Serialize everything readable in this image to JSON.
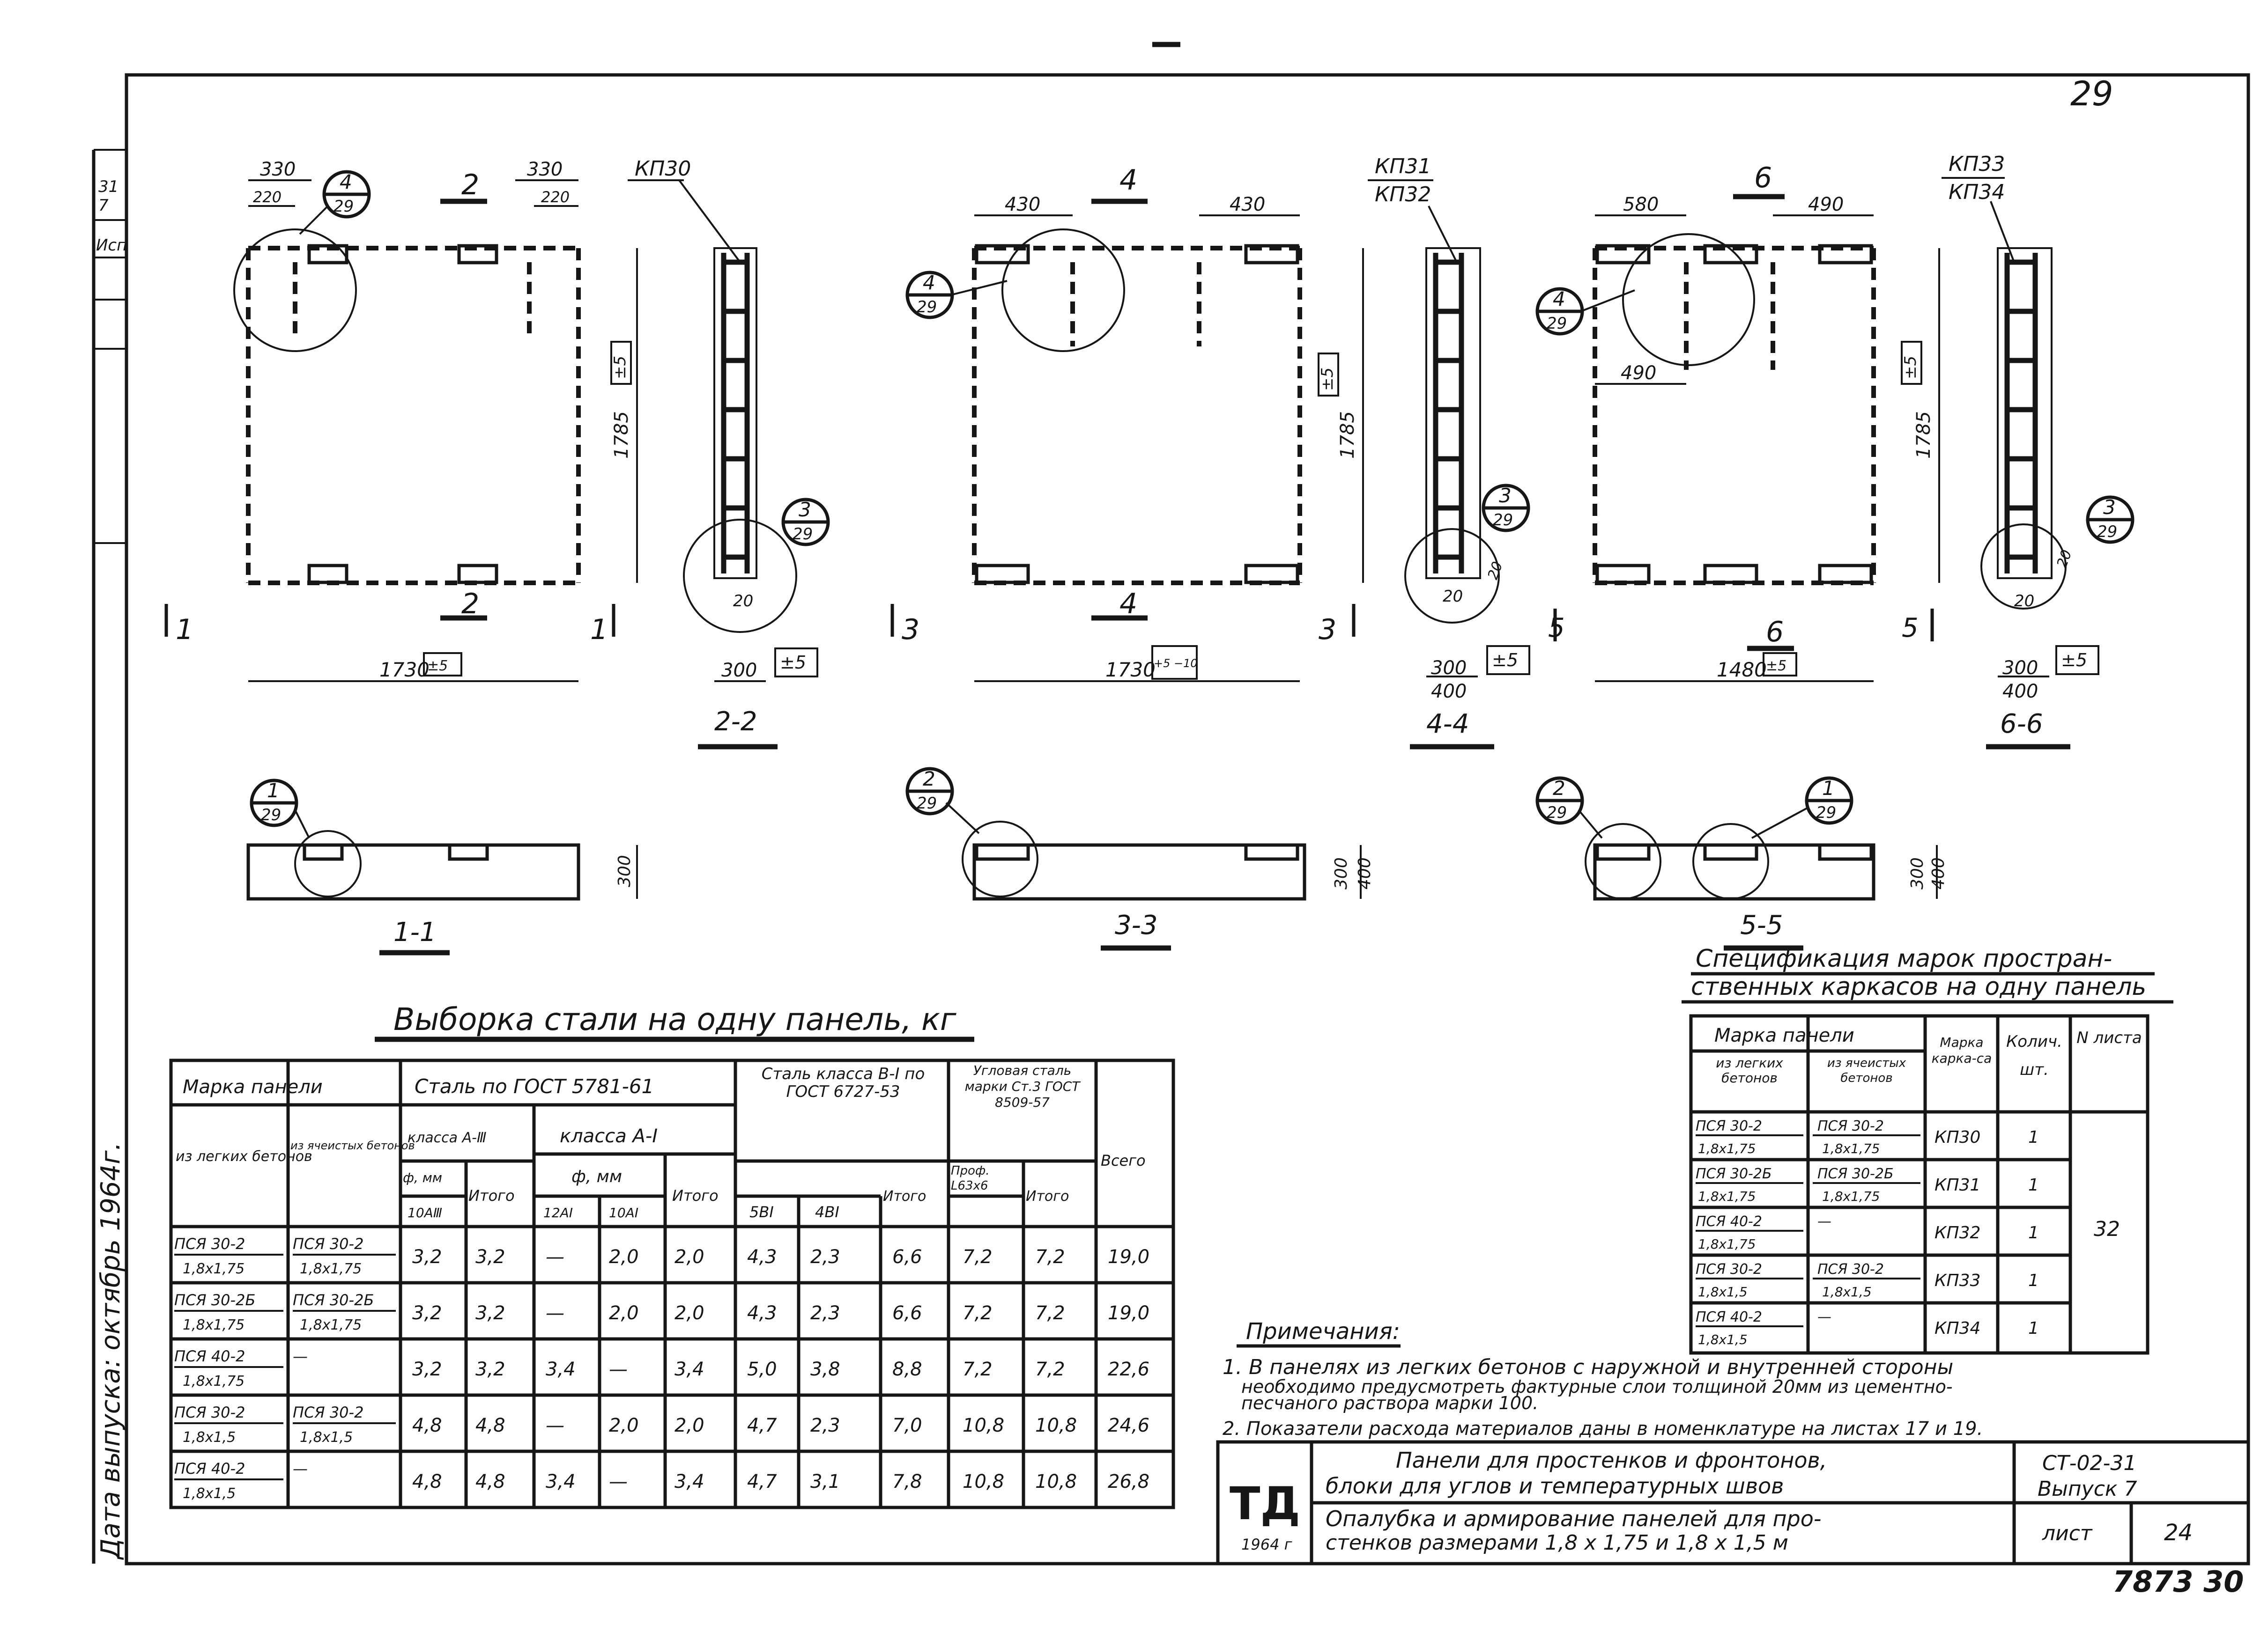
{
  "sheet": {
    "page_number_top": "29",
    "bottom_number": "7873 30",
    "left_strip_text": "Дата выпуска: октябрь 1964г.",
    "left_strip_marks": [
      "31",
      "7",
      "Исп"
    ]
  },
  "plan_views": [
    {
      "id": "panel-1",
      "top_dims": [
        "330",
        "220",
        "330",
        "220"
      ],
      "callout_top": {
        "num": "4",
        "den": "29"
      },
      "section_mark": "2",
      "side_dim": "1785",
      "side_tol": "±5",
      "bottom_dim": "1730",
      "bottom_tol": "±5",
      "section_ends": [
        "1",
        "1"
      ]
    },
    {
      "id": "panel-3",
      "top_dims": [
        "430",
        "430"
      ],
      "callout_left": {
        "num": "4",
        "den": "29"
      },
      "section_mark": "4",
      "side_dim": "1785",
      "side_tol": "±5",
      "bottom_dim": "1730",
      "bottom_tol": "+5 −10",
      "section_ends": [
        "3",
        "3"
      ]
    },
    {
      "id": "panel-5",
      "top_dims": [
        "580",
        "490",
        "490"
      ],
      "callout_left": {
        "num": "4",
        "den": "29"
      },
      "section_mark": "6",
      "side_dim": "1785",
      "side_tol": "±5",
      "bottom_dim": "1480",
      "bottom_tol": "±5",
      "section_ends": [
        "5",
        "5"
      ]
    }
  ],
  "side_sections": [
    {
      "id": "sec-2-2",
      "frame_label": "КП30",
      "callout": {
        "num": "3",
        "den": "29"
      },
      "small_dim": "20",
      "width_dim": "300",
      "width_tol": "±5",
      "title": "2-2"
    },
    {
      "id": "sec-4-4",
      "frame_label": "КП31",
      "frame_label2": "КП32",
      "callout": {
        "num": "3",
        "den": "29"
      },
      "small_dim": "20",
      "small_dim2": "20",
      "width_dim": "300",
      "width_dim2": "400",
      "width_tol": "±5",
      "title": "4-4"
    },
    {
      "id": "sec-6-6",
      "frame_label": "КП33",
      "frame_label2": "КП34",
      "callout": {
        "num": "3",
        "den": "29"
      },
      "small_dim": "20",
      "small_dim2": "20",
      "width_dim": "300",
      "width_dim2": "400",
      "width_tol": "±5",
      "title": "6-6"
    }
  ],
  "cross_sections": [
    {
      "id": "sec-1-1",
      "callout": {
        "num": "1",
        "den": "29"
      },
      "dim": "300",
      "title": "1-1"
    },
    {
      "id": "sec-3-3",
      "callout": {
        "num": "2",
        "den": "29"
      },
      "dim": "300",
      "dim2": "400",
      "title": "3-3"
    },
    {
      "id": "sec-5-5",
      "callout": {
        "num": "2",
        "den": "29"
      },
      "callout2": {
        "num": "1",
        "den": "29"
      },
      "dim": "300",
      "dim2": "400",
      "title": "5-5"
    }
  ],
  "steel_table": {
    "title": "Выборка стали на одну панель, кг",
    "headers": {
      "panel": "Марка панели",
      "light": "из легких бетонов",
      "cellular": "из ячеистых бетонов",
      "gost5781": "Сталь по ГОСТ 5781-61",
      "class_a3": "класса А-Ⅲ",
      "class_a1": "класса А-I",
      "dia_mm": "ф, мм",
      "d10a3": "10АⅢ",
      "total": "Итого",
      "d12a1": "12АI",
      "d10a1": "10АI",
      "class_b1": "Сталь класса В-I по ГОСТ 6727-53",
      "d5b1": "5ВI",
      "d4b1": "4ВI",
      "angle": "Угловая сталь марки Ст.3 ГОСТ 8509-57",
      "profile": "Проф. L63х6",
      "grand_total": "Всего"
    },
    "rows": [
      {
        "light": "ПСЯ 30-2",
        "light_dims": "1,8х1,75",
        "cell": "ПСЯ 30-2",
        "cell_dims": "1,8х1,75",
        "v": [
          "3,2",
          "3,2",
          "—",
          "2,0",
          "2,0",
          "4,3",
          "2,3",
          "6,6",
          "7,2",
          "7,2",
          "19,0"
        ]
      },
      {
        "light": "ПСЯ 30-2Б",
        "light_dims": "1,8х1,75",
        "cell": "ПСЯ 30-2Б",
        "cell_dims": "1,8х1,75",
        "v": [
          "3,2",
          "3,2",
          "—",
          "2,0",
          "2,0",
          "4,3",
          "2,3",
          "6,6",
          "7,2",
          "7,2",
          "19,0"
        ]
      },
      {
        "light": "ПСЯ 40-2",
        "light_dims": "1,8х1,75",
        "cell": "—",
        "cell_dims": "",
        "v": [
          "3,2",
          "3,2",
          "3,4",
          "—",
          "3,4",
          "5,0",
          "3,8",
          "8,8",
          "7,2",
          "7,2",
          "22,6"
        ]
      },
      {
        "light": "ПСЯ 30-2",
        "light_dims": "1,8х1,5",
        "cell": "ПСЯ 30-2",
        "cell_dims": "1,8х1,5",
        "v": [
          "4,8",
          "4,8",
          "—",
          "2,0",
          "2,0",
          "4,7",
          "2,3",
          "7,0",
          "10,8",
          "10,8",
          "24,6"
        ]
      },
      {
        "light": "ПСЯ 40-2",
        "light_dims": "1,8х1,5",
        "cell": "—",
        "cell_dims": "",
        "v": [
          "4,8",
          "4,8",
          "3,4",
          "—",
          "3,4",
          "4,7",
          "3,1",
          "7,8",
          "10,8",
          "10,8",
          "26,8"
        ]
      }
    ]
  },
  "spec_table": {
    "title_line1": "Спецификация марок простран-",
    "title_line2": "ственных каркасов на одну панель",
    "headers": {
      "panel": "Марка панели",
      "light": "из легких бетонов",
      "cellular": "из ячеистых бетонов",
      "frame": "Марка карка-са",
      "qty": "Колич. шт.",
      "sheet": "N листа"
    },
    "rows": [
      {
        "light": "ПСЯ 30-2",
        "light_dims": "1,8х1,75",
        "cell": "ПСЯ 30-2",
        "cell_dims": "1,8х1,75",
        "frame": "КП30",
        "qty": "1"
      },
      {
        "light": "ПСЯ 30-2Б",
        "light_dims": "1,8х1,75",
        "cell": "ПСЯ 30-2Б",
        "cell_dims": "1,8х1,75",
        "frame": "КП31",
        "qty": "1"
      },
      {
        "light": "ПСЯ 40-2",
        "light_dims": "1,8х1,75",
        "cell": "—",
        "cell_dims": "",
        "frame": "КП32",
        "qty": "1"
      },
      {
        "light": "ПСЯ 30-2",
        "light_dims": "1,8х1,5",
        "cell": "ПСЯ 30-2",
        "cell_dims": "1,8х1,5",
        "frame": "КП33",
        "qty": "1"
      },
      {
        "light": "ПСЯ 40-2",
        "light_dims": "1,8х1,5",
        "cell": "—",
        "cell_dims": "",
        "frame": "КП34",
        "qty": "1"
      }
    ],
    "sheet_value": "32"
  },
  "notes": {
    "heading": "Примечания:",
    "line1": "1. В панелях из легких бетонов с наружной и внутренней стороны",
    "line2": "необходимо предусмотреть фактурные слои толщиной 20мм из цементно-",
    "line3": "песчаного раствора марки 100.",
    "line4": "2. Показатели расхода материалов даны в номенклатуре на листах 17 и 19."
  },
  "title_block": {
    "logo": "ТД",
    "year": "1964 г",
    "title1": "Панели для простенков и фронтонов,",
    "title2": "блоки для углов и температурных швов",
    "subtitle1": "Опалубка и армирование панелей для про-",
    "subtitle2": "стенков размерами 1,8 х 1,75 и 1,8 х 1,5 м",
    "code": "СТ-02-31",
    "issue": "Выпуск 7",
    "sheet_label": "лист",
    "sheet_no": "24"
  }
}
